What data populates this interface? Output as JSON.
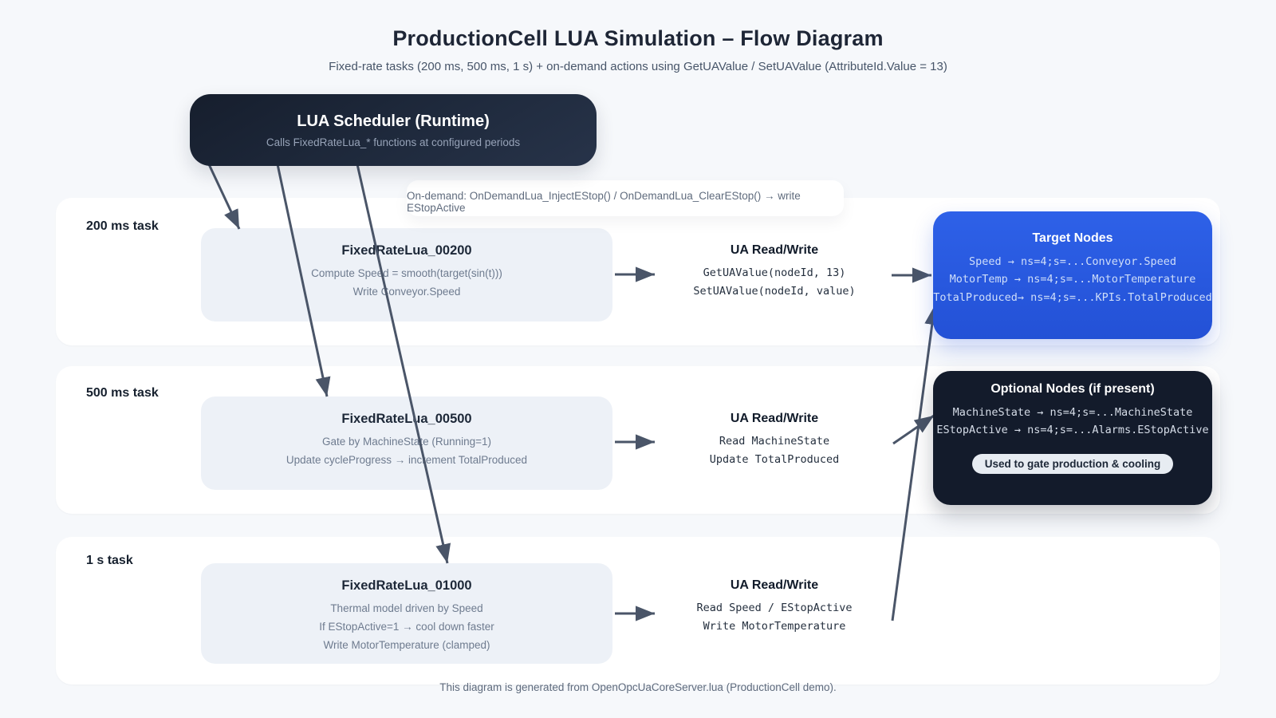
{
  "page": {
    "title": "ProductionCell LUA Simulation – Flow Diagram",
    "subtitle": "Fixed-rate tasks (200 ms, 500 ms, 1 s) + on-demand actions using GetUAValue / SetUAValue (AttributeId.Value = 13)",
    "on_demand_note": "On-demand: OnDemandLua_InjectEStop() / OnDemandLua_ClearEStop() → write EStopActive",
    "footer": "This diagram is generated from OpenOpcUaCoreServer.lua (ProductionCell demo)."
  },
  "scheduler": {
    "title": "LUA Scheduler (Runtime)",
    "subtitle": "Calls FixedRateLua_* functions at configured periods"
  },
  "tasks": [
    {
      "label": "200 ms task",
      "fn": {
        "name": "FixedRateLua_00200",
        "lines": [
          "Compute Speed = smooth(target(sin(t)))",
          "Write Conveyor.Speed"
        ]
      },
      "ua": {
        "title": "UA Read/Write",
        "lines": [
          "GetUAValue(nodeId, 13)",
          "SetUAValue(nodeId, value)"
        ]
      }
    },
    {
      "label": "500 ms task",
      "fn": {
        "name": "FixedRateLua_00500",
        "lines": [
          "Gate by MachineState (Running=1)",
          "Update cycleProgress → increment TotalProduced"
        ]
      },
      "ua": {
        "title": "UA Read/Write",
        "lines": [
          "Read MachineState",
          "Update TotalProduced"
        ]
      }
    },
    {
      "label": "1 s task",
      "fn": {
        "name": "FixedRateLua_01000",
        "lines": [
          "Thermal model driven by Speed",
          "If EStopActive=1 → cool down faster",
          "Write MotorTemperature (clamped)"
        ]
      },
      "ua": {
        "title": "UA Read/Write",
        "lines": [
          "Read Speed / EStopActive",
          "Write MotorTemperature"
        ]
      }
    }
  ],
  "target_nodes": {
    "title": "Target Nodes",
    "lines": [
      "Speed → ns=4;s=...Conveyor.Speed",
      "MotorTemp → ns=4;s=...MotorTemperature",
      "TotalProduced→ ns=4;s=...KPIs.TotalProduced"
    ]
  },
  "optional_nodes": {
    "title": "Optional Nodes (if present)",
    "lines": [
      "MachineState → ns=4;s=...MachineState",
      "EStopActive → ns=4;s=...Alarms.EStopActive"
    ],
    "badge": "Used to gate production & cooling"
  },
  "colors": {
    "page_bg": "#f6f8fb",
    "row_bg": "#ffffff",
    "task_box_bg": "#edf1f7",
    "scheduler_bg": "#1c2434",
    "target_nodes_bg": "#2859e0",
    "optional_nodes_bg": "#131b2b",
    "arrow": "#4a5568"
  }
}
